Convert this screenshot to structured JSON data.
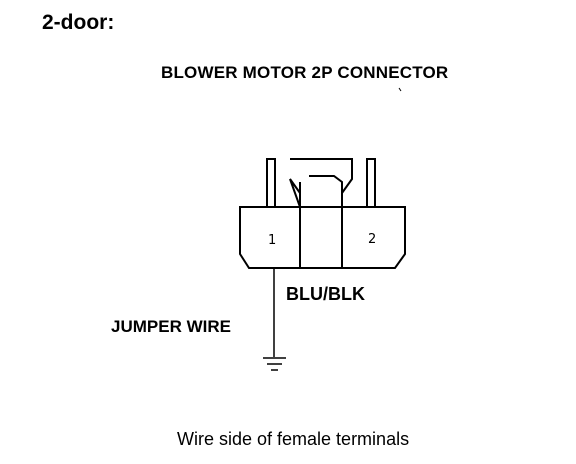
{
  "heading": "2-door:",
  "connector": {
    "title": "BLOWER MOTOR 2P CONNECTOR",
    "terminals": [
      {
        "number": "1"
      },
      {
        "number": "2"
      }
    ],
    "wire_color": "BLU/BLK"
  },
  "jumper": {
    "label": "JUMPER WIRE"
  },
  "caption": "Wire side of female terminals",
  "colors": {
    "line": "#000000",
    "background": "#ffffff"
  },
  "icons": [
    "ground-icon"
  ]
}
